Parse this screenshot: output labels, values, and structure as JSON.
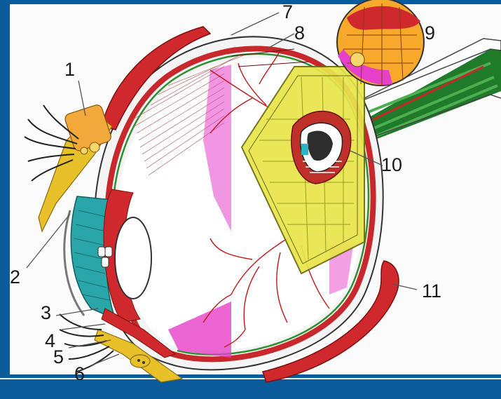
{
  "figure": {
    "frame_color": "#0b5a9a",
    "paper_color": "#fbfbfb"
  },
  "labels": [
    {
      "id": "1",
      "text": "1"
    },
    {
      "id": "2",
      "text": "2"
    },
    {
      "id": "3",
      "text": "3"
    },
    {
      "id": "4",
      "text": "4"
    },
    {
      "id": "5",
      "text": "5"
    },
    {
      "id": "6",
      "text": "6"
    },
    {
      "id": "7",
      "text": "7"
    },
    {
      "id": "8",
      "text": "8"
    },
    {
      "id": "9",
      "text": "9"
    },
    {
      "id": "10",
      "text": "10"
    },
    {
      "id": "11",
      "text": "11"
    }
  ],
  "colors": {
    "sclera": "#f4f4f4",
    "choroid": "#c8272b",
    "retina_line": "#2f8f2f",
    "iris": "#2aa6a8",
    "lens": "#ffffff",
    "vitreous_tint": "#e640c8",
    "retina_inset": "#e8e64a",
    "optic_nerve": "#1f7a2a",
    "muscle": "#d0292d",
    "eyelid_yellow": "#e8c12a",
    "vessel": "#c01818"
  }
}
